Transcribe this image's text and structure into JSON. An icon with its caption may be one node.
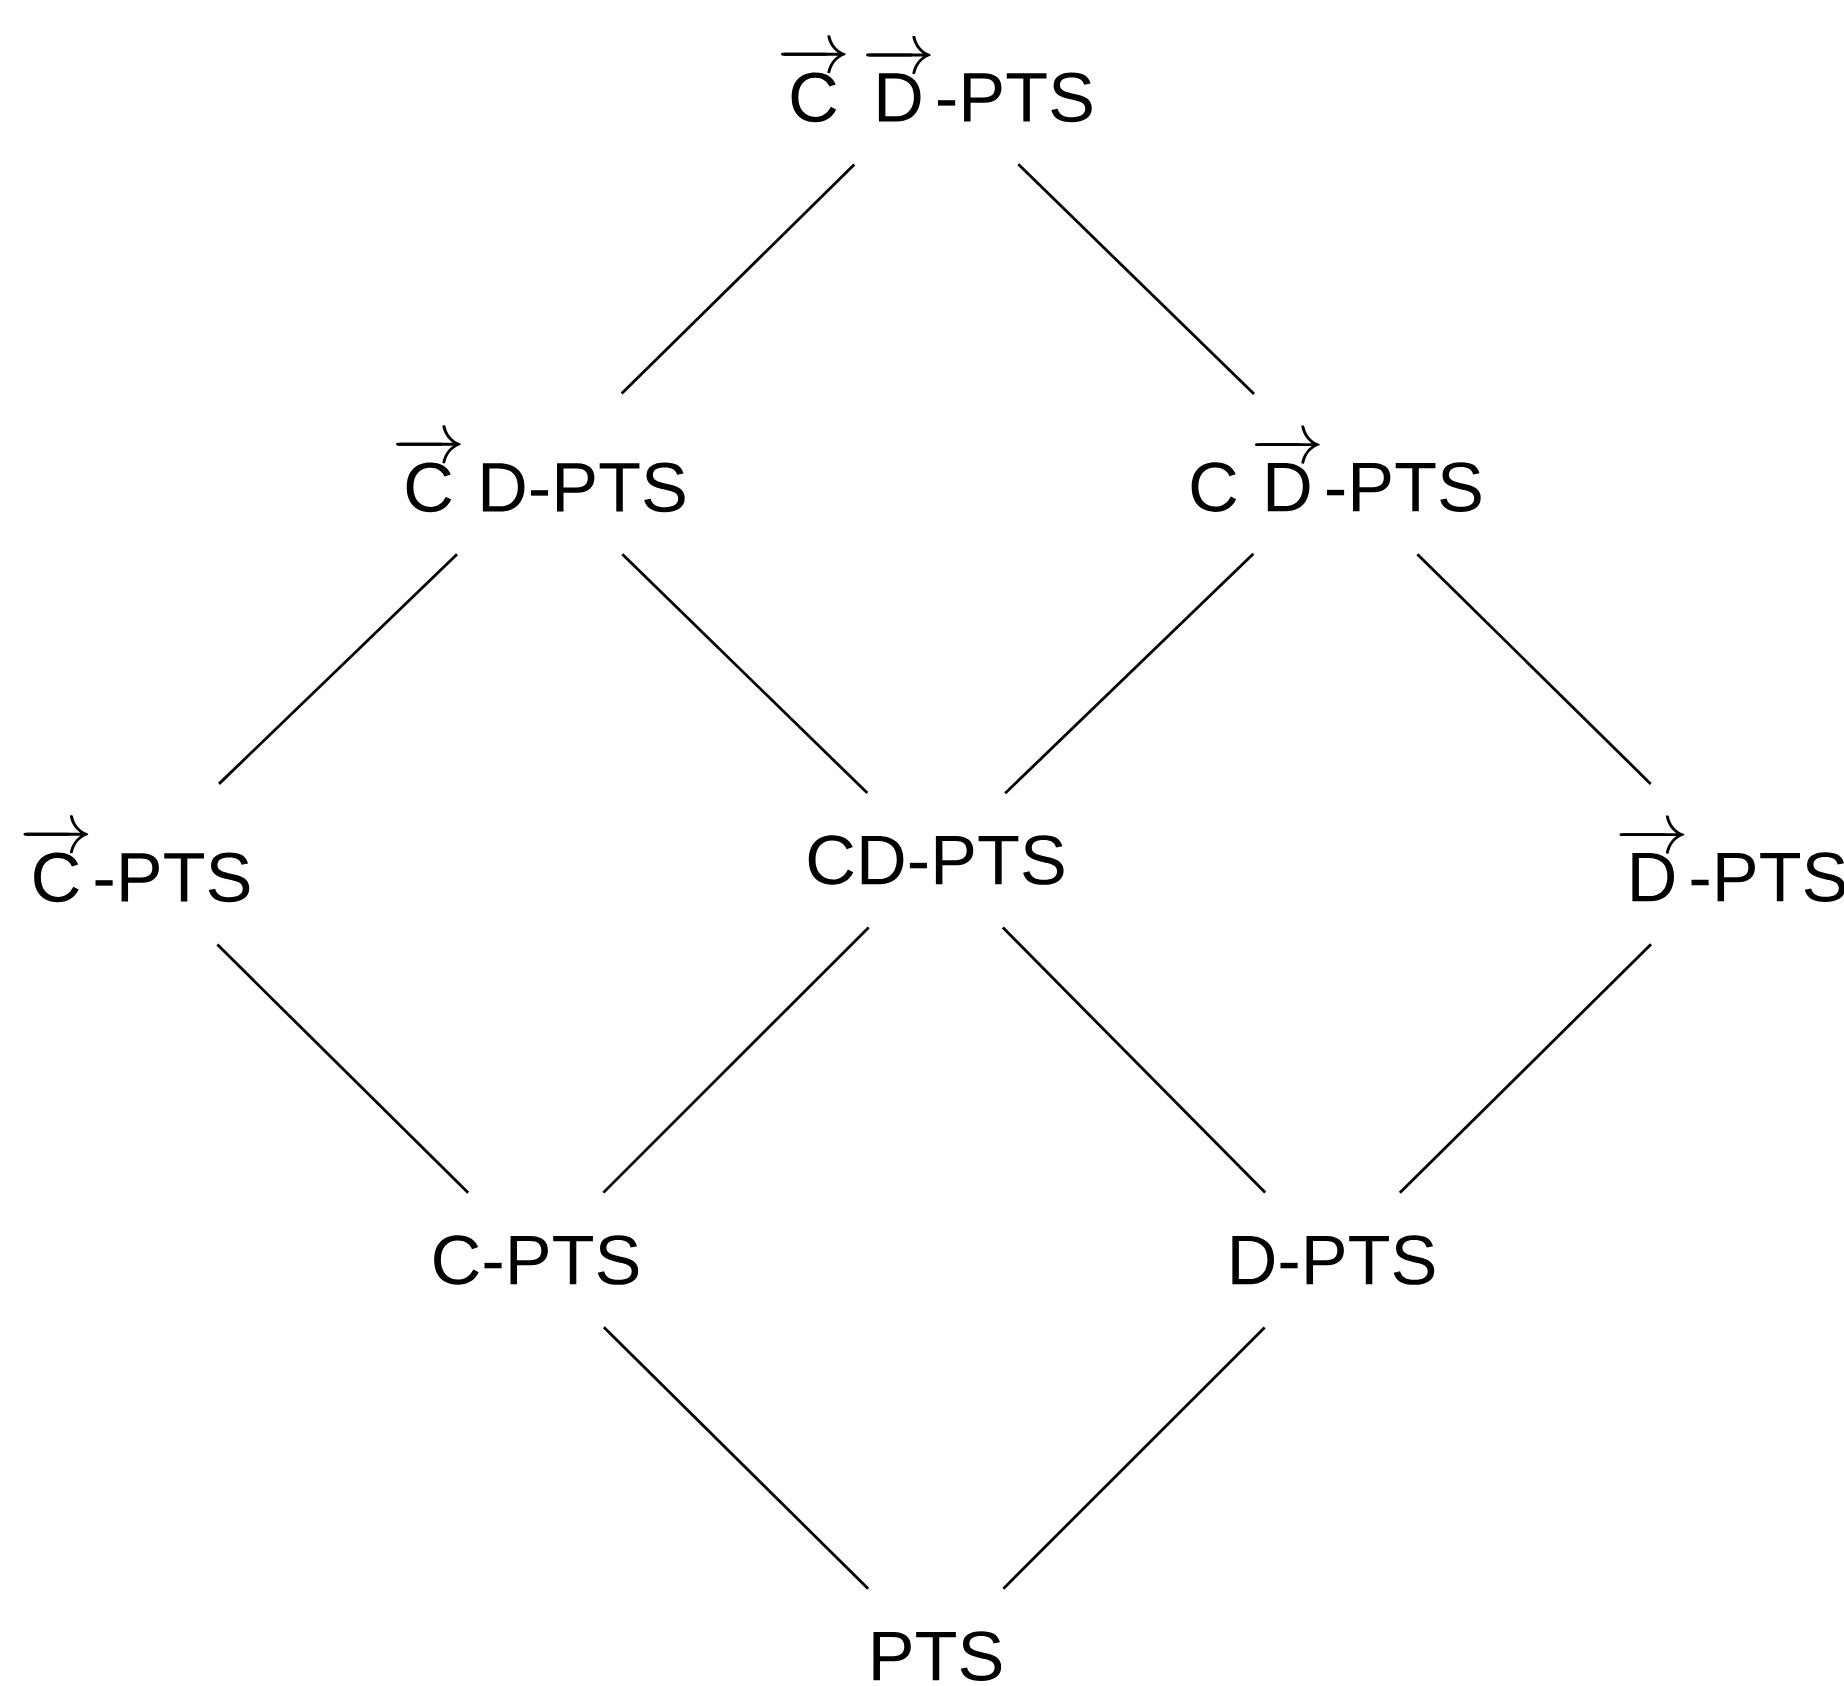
{
  "diagram": {
    "nodes": [
      {
        "text": [
          "\\overrightarrow{\\mathrm{C}}\\,\\overrightarrow{\\mathrm{D}}\\text{-PTS}"
        ]
      },
      {
        "text": [
          "\\overrightarrow{\\mathrm{C}}\\,\\mathrm{D}\\text{-PTS}"
        ]
      },
      {
        "text": [
          "\\mathrm{C}\\,\\overrightarrow{\\mathrm{D}}\\text{-PTS}"
        ]
      },
      {
        "text": [
          "\\overrightarrow{\\mathrm{C}}\\text{-PTS}"
        ]
      },
      {
        "text": [
          "CD-PTS"
        ]
      },
      {
        "text": [
          "\\overrightarrow{\\mathrm{D}}\\text{-PTS}"
        ]
      },
      {
        "text": [
          "C-PTS"
        ]
      },
      {
        "text": [
          "D-PTS"
        ]
      },
      {
        "text": [
          "PTS"
        ]
      }
    ],
    "edges": [
      {
        "from": 0,
        "to": 1,
        "arrow": "none"
      },
      {
        "from": 0,
        "to": 2,
        "arrow": "none"
      },
      {
        "from": 1,
        "to": 3,
        "arrow": "none"
      },
      {
        "from": 1,
        "to": 4,
        "arrow": "none"
      },
      {
        "from": 2,
        "to": 4,
        "arrow": "none"
      },
      {
        "from": 2,
        "to": 5,
        "arrow": "none"
      },
      {
        "from": 3,
        "to": 6,
        "arrow": "none"
      },
      {
        "from": 4,
        "to": 6,
        "arrow": "none"
      },
      {
        "from": 4,
        "to": 7,
        "arrow": "none"
      },
      {
        "from": 5,
        "to": 7,
        "arrow": "none"
      },
      {
        "from": 6,
        "to": 8,
        "arrow": "none"
      },
      {
        "from": 7,
        "to": 8,
        "arrow": "none"
      }
    ]
  }
}
